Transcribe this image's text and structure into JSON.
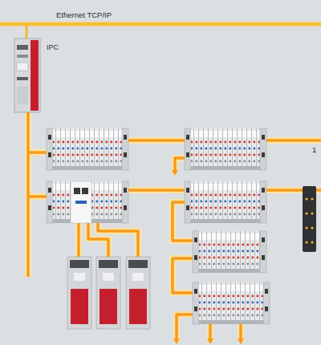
{
  "diagram": {
    "nodes": [
      {
        "text": [
          "IPC"
        ]
      }
    ],
    "labels": [
      "Ethernet TCP/IP",
      "1"
    ]
  }
}
